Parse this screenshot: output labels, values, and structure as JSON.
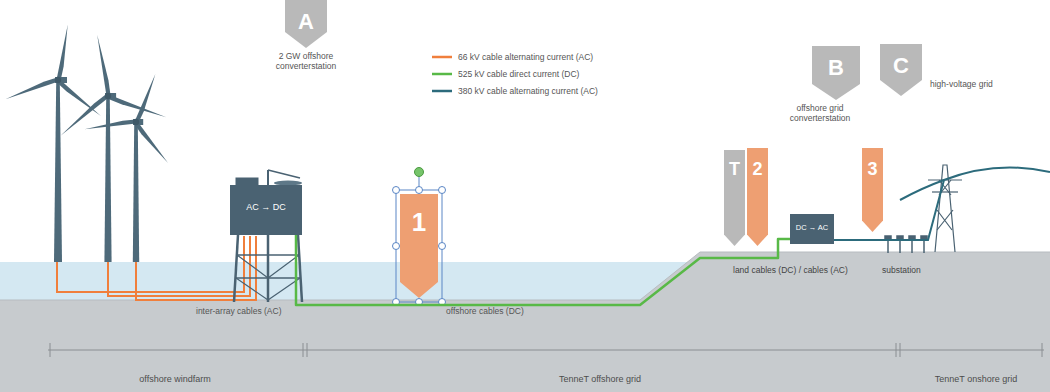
{
  "diagram": {
    "nodes": [
      {
        "text": [
          "A"
        ]
      },
      {
        "text": [
          "B"
        ]
      },
      {
        "text": [
          "C"
        ]
      },
      {
        "text": [
          "AC → DC"
        ]
      },
      {
        "text": [
          "1"
        ]
      },
      {
        "text": [
          "T"
        ]
      },
      {
        "text": [
          "2"
        ]
      },
      {
        "text": [
          "DC → AC"
        ]
      },
      {
        "text": [
          "3"
        ]
      }
    ],
    "edges": [
      {
        "from": 3,
        "to": 7,
        "arrow": "none"
      }
    ],
    "labels": [
      "2 GW offshore converterstation",
      "inter-array cables (AC)",
      "offshore cables (DC)",
      "offshore grid converterstation",
      "land cables (DC) / cables (AC)",
      "substation",
      "high-voltage grid",
      "offshore windfarm",
      "TenneT offshore grid",
      "TenneT onshore grid"
    ],
    "legend": [
      {
        "text": "66 kV cable alternating current (AC)"
      },
      {
        "text": "525 kV cable direct current (DC)"
      },
      {
        "text": "380 kV cable alternating current (AC)"
      }
    ]
  }
}
